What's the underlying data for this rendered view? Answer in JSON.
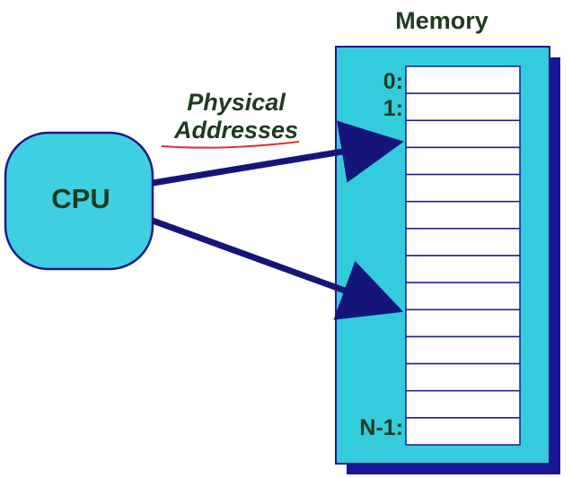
{
  "diagram": {
    "memory_title": "Memory",
    "cpu_label": "CPU",
    "arrow_label_line1": "Physical",
    "arrow_label_line2": "Addresses",
    "address_labels": {
      "first": "0:",
      "second": "1:",
      "last": "N-1:"
    },
    "memory_cell_count": 14,
    "colors": {
      "cpu_fill": "#3ECFE0",
      "memory_fill": "#33CCDD",
      "memory_shadow": "#1A1499",
      "outline": "#1A1A8C",
      "arrow": "#14147A",
      "text_green": "#1F3A1F",
      "cell_fill": "#FFFFFF",
      "underline": "#E03030"
    }
  }
}
